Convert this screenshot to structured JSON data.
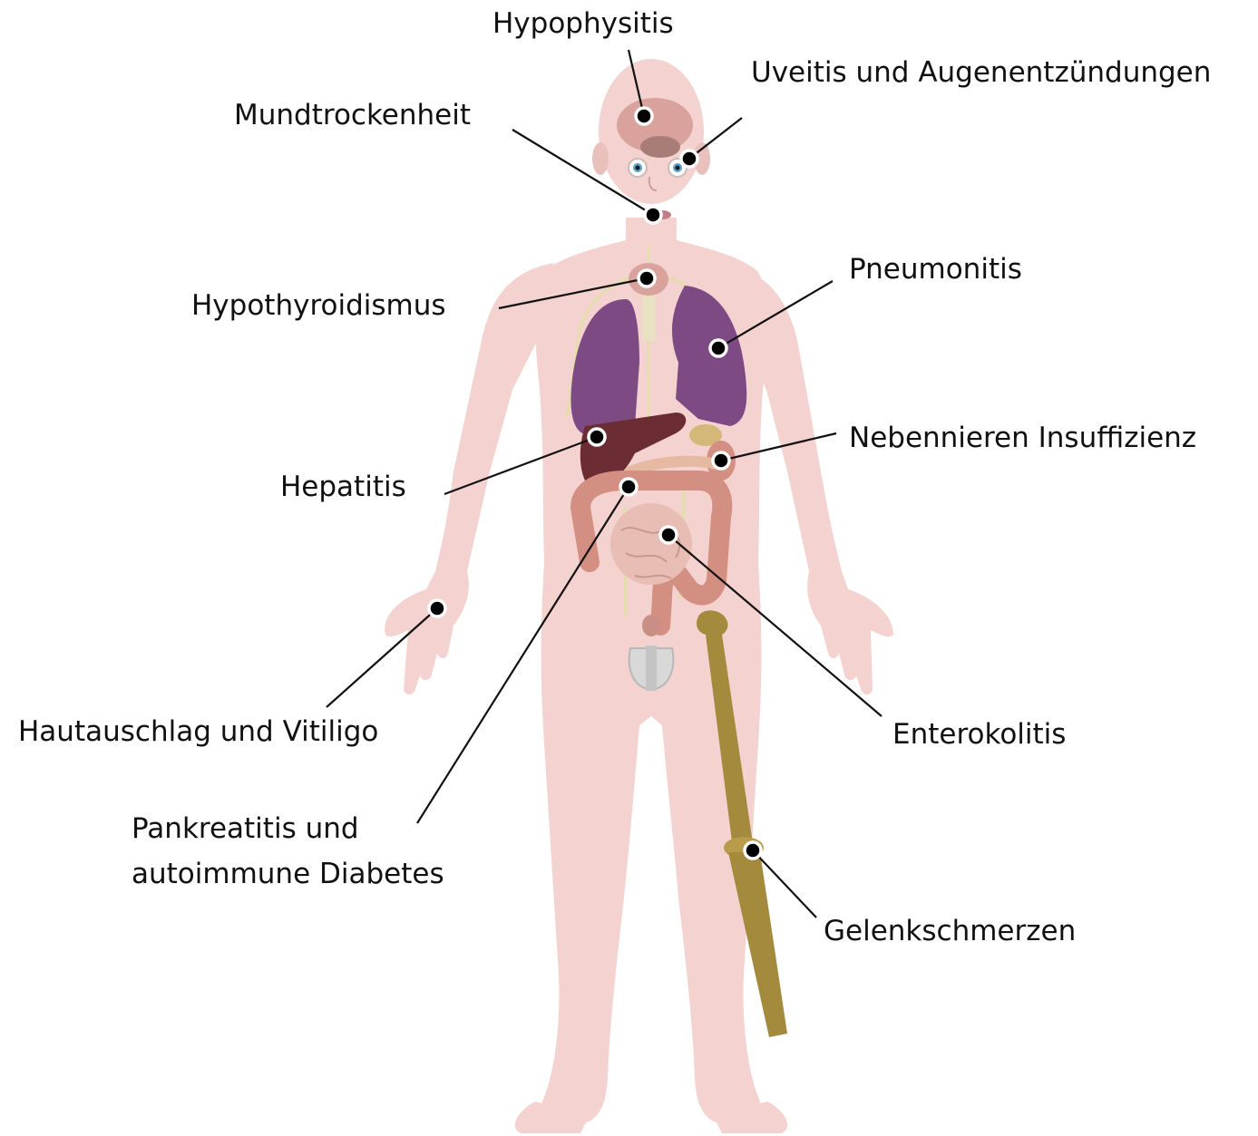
{
  "labels": {
    "hypophysitis": "Hypophysitis",
    "uveitis": "Uveitis und Augenentzündungen",
    "mundtrockenheit": "Mundtrockenheit",
    "pneumonitis": "Pneumonitis",
    "hypothyroidismus": "Hypothyroidismus",
    "nebennieren": "Nebennieren Insuffizienz",
    "hepatitis": "Hepatitis",
    "hautausschlag": "Hautauschlag und Vitiligo",
    "enterokolitis": "Enterokolitis",
    "pankreatitis_line1": "Pankreatitis und",
    "pankreatitis_line2": "autoimmune Diabetes",
    "gelenkschmerzen": "Gelenkschmerzen"
  },
  "colors": {
    "skin": "#f4d2cf",
    "skin_shadow": "#eac0bc",
    "lung": "#7d4a84",
    "liver": "#6b2d33",
    "intestine": "#d48f83",
    "bone": "#a48a3c",
    "nerve": "#e3deac",
    "brain": "#d9a29c",
    "leader": "#111111"
  }
}
